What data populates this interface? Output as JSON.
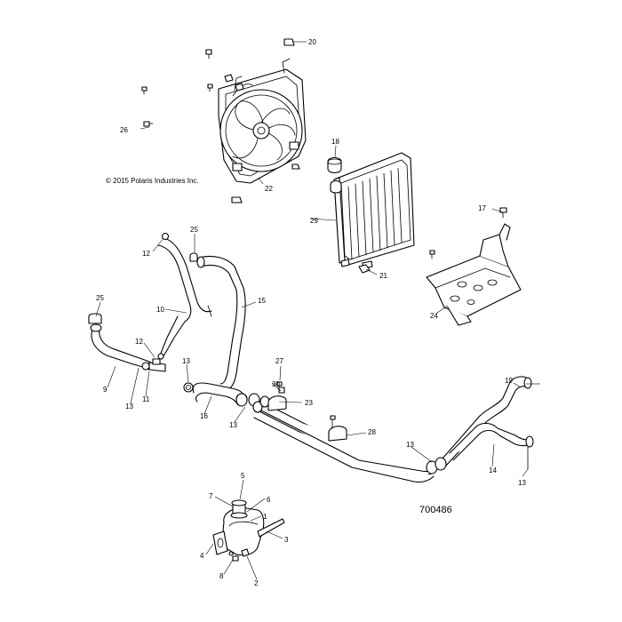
{
  "copyright": "© 2015 Polaris Industries Inc.",
  "figure_id": "700486",
  "callouts": {
    "c1": "1",
    "c2": "2",
    "c3": "3",
    "c4": "4",
    "c5": "5",
    "c6": "6",
    "c7": "7",
    "c8": "8",
    "c9": "9",
    "c10": "10",
    "c11": "11",
    "c12a": "12",
    "c12b": "12",
    "c13a": "13",
    "c13b": "13",
    "c13c": "13",
    "c13d": "13",
    "c13e": "13",
    "c14": "14",
    "c15": "15",
    "c16": "16",
    "c17": "17",
    "c18": "18",
    "c19": "19",
    "c20": "20",
    "c21": "21",
    "c22": "22",
    "c23": "23",
    "c24": "24",
    "c25a": "25",
    "c25b": "25",
    "c26": "26",
    "c27": "27",
    "c28": "28",
    "c29": "29",
    "c30": "30"
  },
  "parts": [
    {
      "id": "fan-shroud",
      "callout": "22"
    },
    {
      "id": "radiator",
      "callout": "29"
    },
    {
      "id": "radiator-cap",
      "callout": "18"
    },
    {
      "id": "mounting-bracket",
      "callout": "24"
    },
    {
      "id": "coolant-reservoir",
      "callout": "1"
    },
    {
      "id": "hose-long-pair",
      "callout": "28"
    },
    {
      "id": "hose-15",
      "callout": "15"
    },
    {
      "id": "hose-10",
      "callout": "10"
    },
    {
      "id": "hose-9",
      "callout": "9"
    },
    {
      "id": "hose-16",
      "callout": "16"
    },
    {
      "id": "hose-14",
      "callout": "14"
    },
    {
      "id": "hose-19",
      "callout": "19"
    }
  ]
}
